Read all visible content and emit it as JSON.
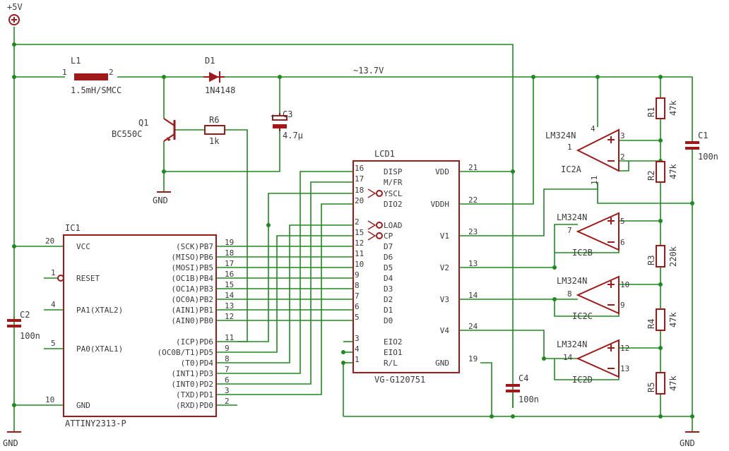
{
  "power": {
    "vcc": "+5V",
    "gnd": "GND",
    "rail": "~13.7V"
  },
  "components": {
    "L1": {
      "ref": "L1",
      "value": "1.5mH/SMCC",
      "pin1": "1",
      "pin2": "2"
    },
    "D1": {
      "ref": "D1",
      "value": "1N4148"
    },
    "Q1": {
      "ref": "Q1",
      "value": "BC550C"
    },
    "R6": {
      "ref": "R6",
      "value": "1k"
    },
    "C3": {
      "ref": "C3",
      "value": "4.7µ",
      "plus": "+"
    },
    "C1": {
      "ref": "C1",
      "value": "100n"
    },
    "C2": {
      "ref": "C2",
      "value": "100n"
    },
    "C4": {
      "ref": "C4",
      "value": "100n"
    },
    "R1": {
      "ref": "R1",
      "value": "47k"
    },
    "R2": {
      "ref": "R2",
      "value": "47k"
    },
    "R3": {
      "ref": "R3",
      "value": "220k"
    },
    "R4": {
      "ref": "R4",
      "value": "47k"
    },
    "R5": {
      "ref": "R5",
      "value": "47k"
    }
  },
  "ic1": {
    "ref": "IC1",
    "part": "ATTINY2313-P",
    "left_pins": [
      {
        "num": "20",
        "name": "VCC"
      },
      {
        "num": "1",
        "name": "RESET"
      },
      {
        "num": "4",
        "name": "PA1(XTAL2)"
      },
      {
        "num": "5",
        "name": "PA0(XTAL1)"
      },
      {
        "num": "10",
        "name": "GND"
      }
    ],
    "right_pins": [
      {
        "num": "19",
        "name": "(SCK)PB7"
      },
      {
        "num": "18",
        "name": "(MISO)PB6"
      },
      {
        "num": "17",
        "name": "(MOSI)PB5"
      },
      {
        "num": "16",
        "name": "(OC1B)PB4"
      },
      {
        "num": "15",
        "name": "(OC1A)PB3"
      },
      {
        "num": "14",
        "name": "(OC0A)PB2"
      },
      {
        "num": "13",
        "name": "(AIN1)PB1"
      },
      {
        "num": "12",
        "name": "(AIN0)PB0"
      },
      {
        "num": "11",
        "name": "(ICP)PD6"
      },
      {
        "num": "9",
        "name": "(OC0B/T1)PD5"
      },
      {
        "num": "8",
        "name": "(T0)PD4"
      },
      {
        "num": "7",
        "name": "(INT1)PD3"
      },
      {
        "num": "6",
        "name": "(INT0)PD2"
      },
      {
        "num": "3",
        "name": "(TXD)PD1"
      },
      {
        "num": "2",
        "name": "(RXD)PD0"
      }
    ]
  },
  "lcd1": {
    "ref": "LCD1",
    "part": "VG-G120751",
    "left_pins": [
      {
        "num": "16",
        "name": "DISP"
      },
      {
        "num": "17",
        "name": "M/FR"
      },
      {
        "num": "18",
        "name": "YSCL"
      },
      {
        "num": "20",
        "name": "DIO2"
      },
      {
        "num": "2",
        "name": "LOAD"
      },
      {
        "num": "15",
        "name": "CP"
      },
      {
        "num": "12",
        "name": "D7"
      },
      {
        "num": "11",
        "name": "D6"
      },
      {
        "num": "10",
        "name": "D5"
      },
      {
        "num": "9",
        "name": "D4"
      },
      {
        "num": "8",
        "name": "D3"
      },
      {
        "num": "7",
        "name": "D2"
      },
      {
        "num": "6",
        "name": "D1"
      },
      {
        "num": "5",
        "name": "D0"
      },
      {
        "num": "3",
        "name": "EIO2"
      },
      {
        "num": "4",
        "name": "EIO1"
      },
      {
        "num": "1",
        "name": "R/L"
      }
    ],
    "right_pins": [
      {
        "num": "21",
        "name": "VDD"
      },
      {
        "num": "22",
        "name": "VDDH"
      },
      {
        "num": "23",
        "name": "V1"
      },
      {
        "num": "13",
        "name": "V2"
      },
      {
        "num": "14",
        "name": "V3"
      },
      {
        "num": "24",
        "name": "V4"
      },
      {
        "num": "19",
        "name": "GND"
      }
    ]
  },
  "opamps": [
    {
      "part": "LM324N",
      "unit": "IC2A",
      "out": "1",
      "plus": "3",
      "minus": "2",
      "vp": "4",
      "vn": "11"
    },
    {
      "part": "LM324N",
      "unit": "IC2B",
      "out": "7",
      "plus": "5",
      "minus": "6"
    },
    {
      "part": "LM324N",
      "unit": "IC2C",
      "out": "8",
      "plus": "10",
      "minus": "9"
    },
    {
      "part": "LM324N",
      "unit": "IC2D",
      "out": "14",
      "plus": "12",
      "minus": "13"
    }
  ]
}
